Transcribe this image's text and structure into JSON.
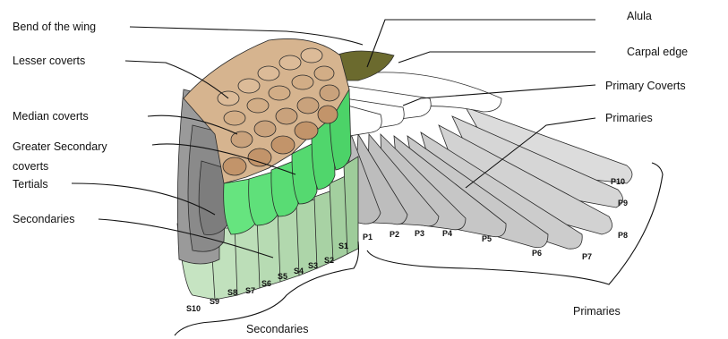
{
  "labels": {
    "bend_of_wing": "Bend of the wing",
    "lesser_coverts": "Lesser coverts",
    "median_coverts": "Median  coverts",
    "greater_secondary_1": "Greater Secondary",
    "greater_secondary_2": "coverts",
    "tertials": "Tertials",
    "secondaries": "Secondaries",
    "alula": "Alula",
    "carpal_edge": "Carpal edge",
    "primary_coverts": "Primary Coverts",
    "primaries": "Primaries"
  },
  "group_labels": {
    "secondaries": "Secondaries",
    "primaries": "Primaries"
  },
  "feather_numbers": {
    "secondaries": [
      "S1",
      "S2",
      "S3",
      "S4",
      "S5",
      "S6",
      "S7",
      "S8",
      "S9",
      "S10"
    ],
    "primaries": [
      "P1",
      "P2",
      "P3",
      "P4",
      "P5",
      "P6",
      "P7",
      "P8",
      "P9",
      "P10"
    ]
  },
  "colors": {
    "tertials": "#8c8c8c",
    "secondaries": "#b9dcb5",
    "greater_secondary_coverts": "#5fe07a",
    "lesser_median_coverts": "#c9a27c",
    "alula": "#6b6a2e",
    "primary_coverts": "#ffffff",
    "primaries": "#cfcfcf"
  }
}
